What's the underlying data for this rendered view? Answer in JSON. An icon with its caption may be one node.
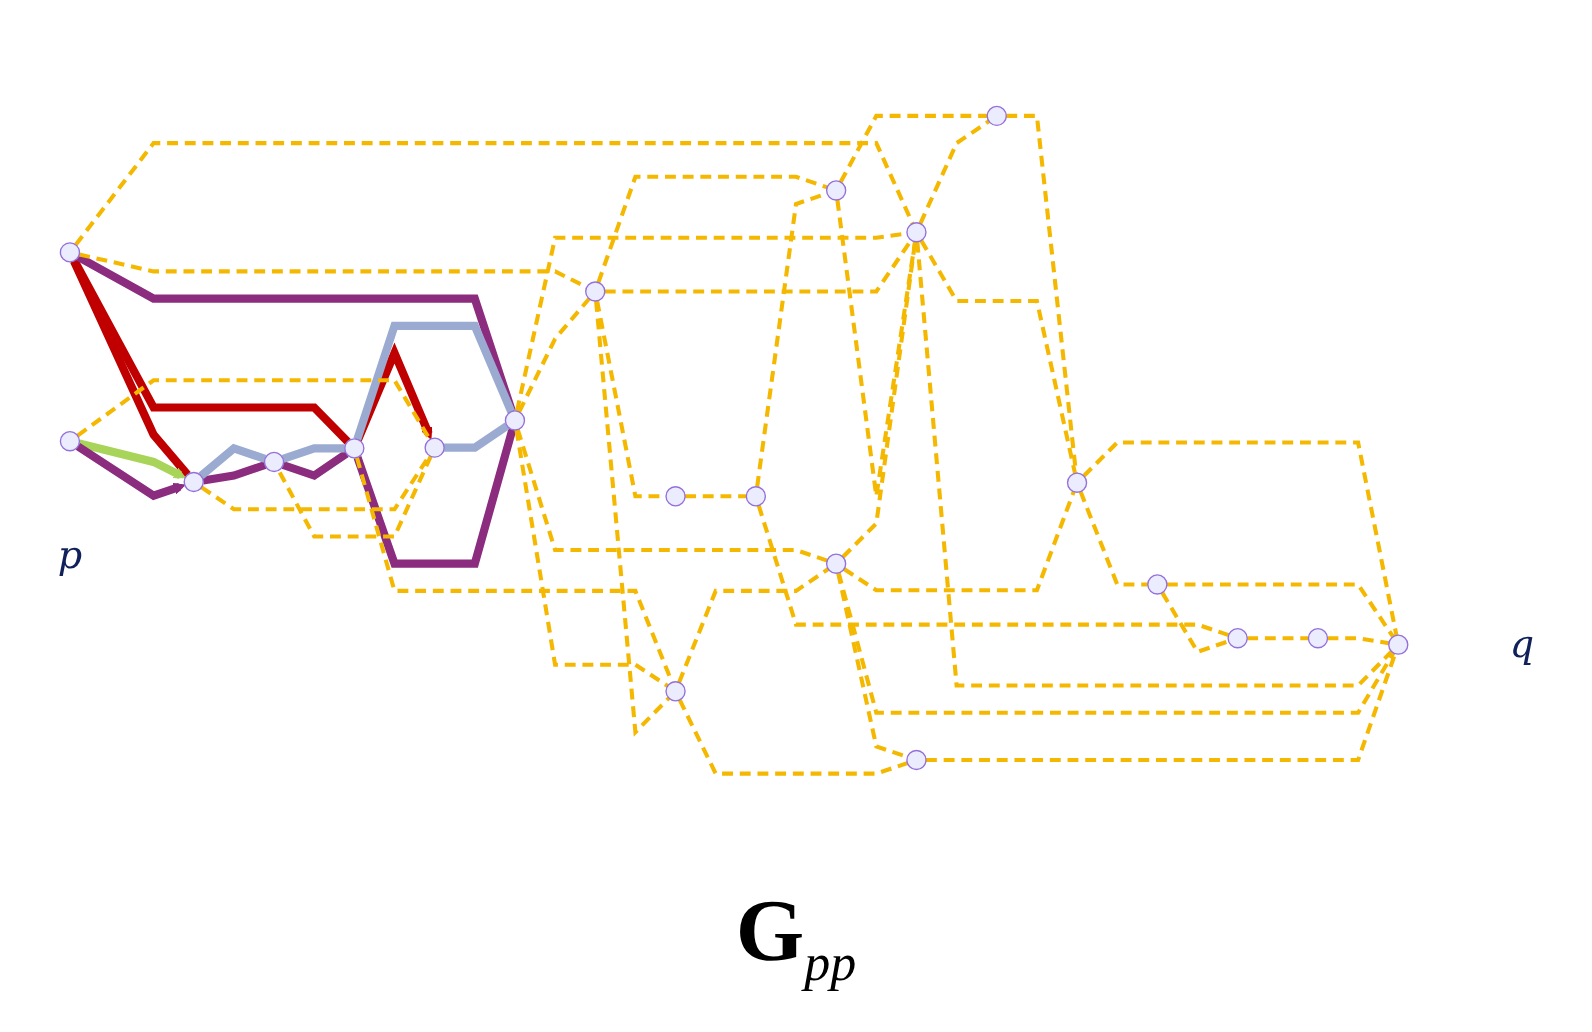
{
  "diagram": {
    "caption": "G$_{pp}$",
    "nodes": [
      {
        "text": [],
        "shape": "circle"
      },
      {
        "text": [],
        "shape": "circle"
      },
      {
        "text": [],
        "shape": "circle",
        "beside": [
          "p"
        ]
      },
      {
        "text": [],
        "shape": "circle"
      },
      {
        "text": [],
        "shape": "circle"
      },
      {
        "text": [],
        "shape": "circle"
      },
      {
        "text": [],
        "shape": "circle"
      },
      {
        "text": [],
        "shape": "circle"
      },
      {
        "text": [],
        "shape": "circle"
      },
      {
        "text": [],
        "shape": "circle"
      },
      {
        "text": [],
        "shape": "circle"
      },
      {
        "text": [],
        "shape": "circle"
      },
      {
        "text": [],
        "shape": "circle"
      },
      {
        "text": [],
        "shape": "circle"
      },
      {
        "text": [],
        "shape": "circle"
      },
      {
        "text": [],
        "shape": "circle"
      },
      {
        "text": [],
        "shape": "circle",
        "beside": [
          "q"
        ]
      },
      {
        "text": [],
        "shape": "circle"
      },
      {
        "text": [],
        "shape": "circle"
      },
      {
        "text": [],
        "shape": "circle"
      },
      {
        "text": [],
        "shape": "circle"
      }
    ],
    "edges": [
      {
        "from": 0,
        "to": 2,
        "arrow": "none",
        "style": "thick",
        "color": "#c00000"
      },
      {
        "from": 1,
        "to": 2,
        "arrow": "to",
        "style": "thick",
        "color": "#a8d45a"
      },
      {
        "from": 1,
        "to": 2,
        "arrow": "to",
        "style": "thick",
        "color": "#8b2c7e"
      },
      {
        "from": 0,
        "to": 5,
        "arrow": "none",
        "style": "thick",
        "color": "#c00000"
      },
      {
        "from": 5,
        "to": 3,
        "arrow": "to",
        "style": "thick",
        "color": "#c00000"
      },
      {
        "from": 0,
        "to": 6,
        "arrow": "none",
        "style": "thick",
        "color": "#8b2c7e"
      },
      {
        "from": 6,
        "to": 5,
        "arrow": "none",
        "style": "thick",
        "color": "#8b2c7e"
      },
      {
        "from": 5,
        "to": 4,
        "arrow": "none",
        "style": "thick",
        "color": "#8b2c7e"
      },
      {
        "from": 4,
        "to": 2,
        "arrow": "none",
        "style": "thick",
        "color": "#8b2c7e"
      },
      {
        "from": 2,
        "to": 4,
        "arrow": "none",
        "style": "thick",
        "color": "#9aaad0"
      },
      {
        "from": 4,
        "to": 5,
        "arrow": "none",
        "style": "thick",
        "color": "#9aaad0"
      },
      {
        "from": 5,
        "to": 6,
        "arrow": "none",
        "style": "thick",
        "color": "#9aaad0"
      },
      {
        "from": 3,
        "to": 6,
        "arrow": "none",
        "style": "thick",
        "color": "#9aaad0"
      },
      {
        "from": 1,
        "to": 3,
        "arrow": "none",
        "style": "dashed"
      },
      {
        "from": 2,
        "to": 3,
        "arrow": "none",
        "style": "dashed"
      },
      {
        "from": 3,
        "to": 4,
        "arrow": "none",
        "style": "dashed"
      },
      {
        "from": 0,
        "to": 7,
        "arrow": "none",
        "style": "dashed"
      },
      {
        "from": 0,
        "to": 17,
        "arrow": "none",
        "style": "dashed"
      },
      {
        "from": 5,
        "to": 18,
        "arrow": "none",
        "style": "dashed"
      },
      {
        "from": 6,
        "to": 7,
        "arrow": "none",
        "style": "dashed"
      },
      {
        "from": 6,
        "to": 17,
        "arrow": "none",
        "style": "dashed"
      },
      {
        "from": 6,
        "to": 18,
        "arrow": "none",
        "style": "dashed"
      },
      {
        "from": 6,
        "to": 19,
        "arrow": "none",
        "style": "dashed"
      },
      {
        "from": 7,
        "to": 8,
        "arrow": "none",
        "style": "dashed"
      },
      {
        "from": 7,
        "to": 10,
        "arrow": "none",
        "style": "dashed"
      },
      {
        "from": 7,
        "to": 17,
        "arrow": "none",
        "style": "dashed"
      },
      {
        "from": 7,
        "to": 18,
        "arrow": "none",
        "style": "dashed"
      },
      {
        "from": 8,
        "to": 9,
        "arrow": "none",
        "style": "dashed"
      },
      {
        "from": 9,
        "to": 10,
        "arrow": "none",
        "style": "dashed"
      },
      {
        "from": 9,
        "to": 14,
        "arrow": "none",
        "style": "dashed"
      },
      {
        "from": 10,
        "to": 11,
        "arrow": "none",
        "style": "dashed"
      },
      {
        "from": 10,
        "to": 17,
        "arrow": "none",
        "style": "dashed"
      },
      {
        "from": 11,
        "to": 12,
        "arrow": "none",
        "style": "dashed"
      },
      {
        "from": 12,
        "to": 13,
        "arrow": "none",
        "style": "dashed"
      },
      {
        "from": 13,
        "to": 14,
        "arrow": "none",
        "style": "dashed"
      },
      {
        "from": 14,
        "to": 15,
        "arrow": "none",
        "style": "dashed"
      },
      {
        "from": 12,
        "to": 16,
        "arrow": "none",
        "style": "dashed"
      },
      {
        "from": 13,
        "to": 16,
        "arrow": "none",
        "style": "dashed"
      },
      {
        "from": 15,
        "to": 16,
        "arrow": "none",
        "style": "dashed"
      },
      {
        "from": 17,
        "to": 11,
        "arrow": "none",
        "style": "dashed"
      },
      {
        "from": 17,
        "to": 12,
        "arrow": "none",
        "style": "dashed"
      },
      {
        "from": 17,
        "to": 16,
        "arrow": "none",
        "style": "dashed"
      },
      {
        "from": 19,
        "to": 17,
        "arrow": "none",
        "style": "dashed"
      },
      {
        "from": 19,
        "to": 12,
        "arrow": "none",
        "style": "dashed"
      },
      {
        "from": 19,
        "to": 16,
        "arrow": "none",
        "style": "dashed"
      },
      {
        "from": 18,
        "to": 19,
        "arrow": "none",
        "style": "dashed"
      },
      {
        "from": 19,
        "to": 20,
        "arrow": "none",
        "style": "dashed"
      },
      {
        "from": 18,
        "to": 20,
        "arrow": "none",
        "style": "dashed"
      },
      {
        "from": 20,
        "to": 16,
        "arrow": "none",
        "style": "dashed"
      }
    ]
  }
}
